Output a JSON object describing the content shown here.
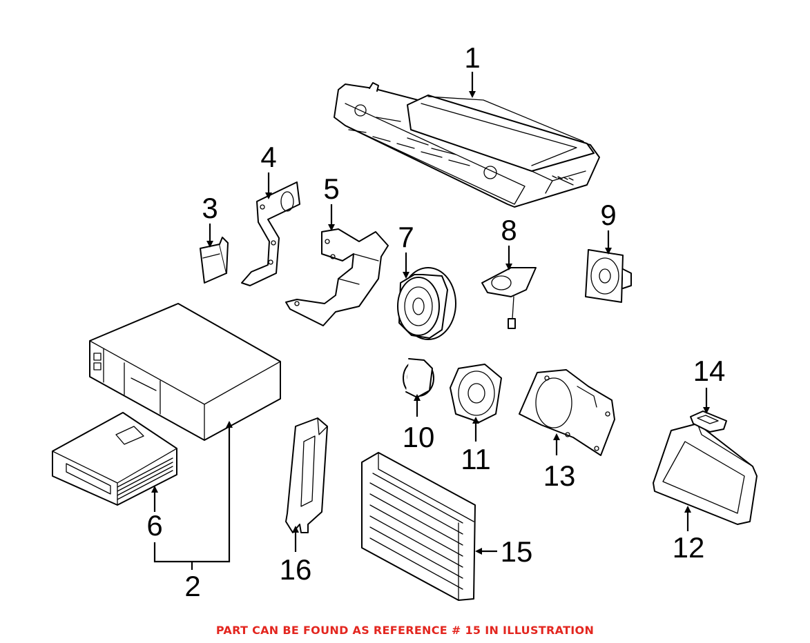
{
  "diagram": {
    "callouts": [
      {
        "id": "1",
        "label": "1"
      },
      {
        "id": "2",
        "label": "2"
      },
      {
        "id": "3",
        "label": "3"
      },
      {
        "id": "4",
        "label": "4"
      },
      {
        "id": "5",
        "label": "5"
      },
      {
        "id": "6",
        "label": "6"
      },
      {
        "id": "7",
        "label": "7"
      },
      {
        "id": "8",
        "label": "8"
      },
      {
        "id": "9",
        "label": "9"
      },
      {
        "id": "10",
        "label": "10"
      },
      {
        "id": "11",
        "label": "11"
      },
      {
        "id": "12",
        "label": "12"
      },
      {
        "id": "13",
        "label": "13"
      },
      {
        "id": "14",
        "label": "14"
      },
      {
        "id": "15",
        "label": "15"
      },
      {
        "id": "16",
        "label": "16"
      }
    ],
    "caption": "PART CAN BE FOUND AS REFERENCE # 15 IN ILLUSTRATION",
    "caption_color": "#e3261f",
    "line_color": "#000000"
  }
}
